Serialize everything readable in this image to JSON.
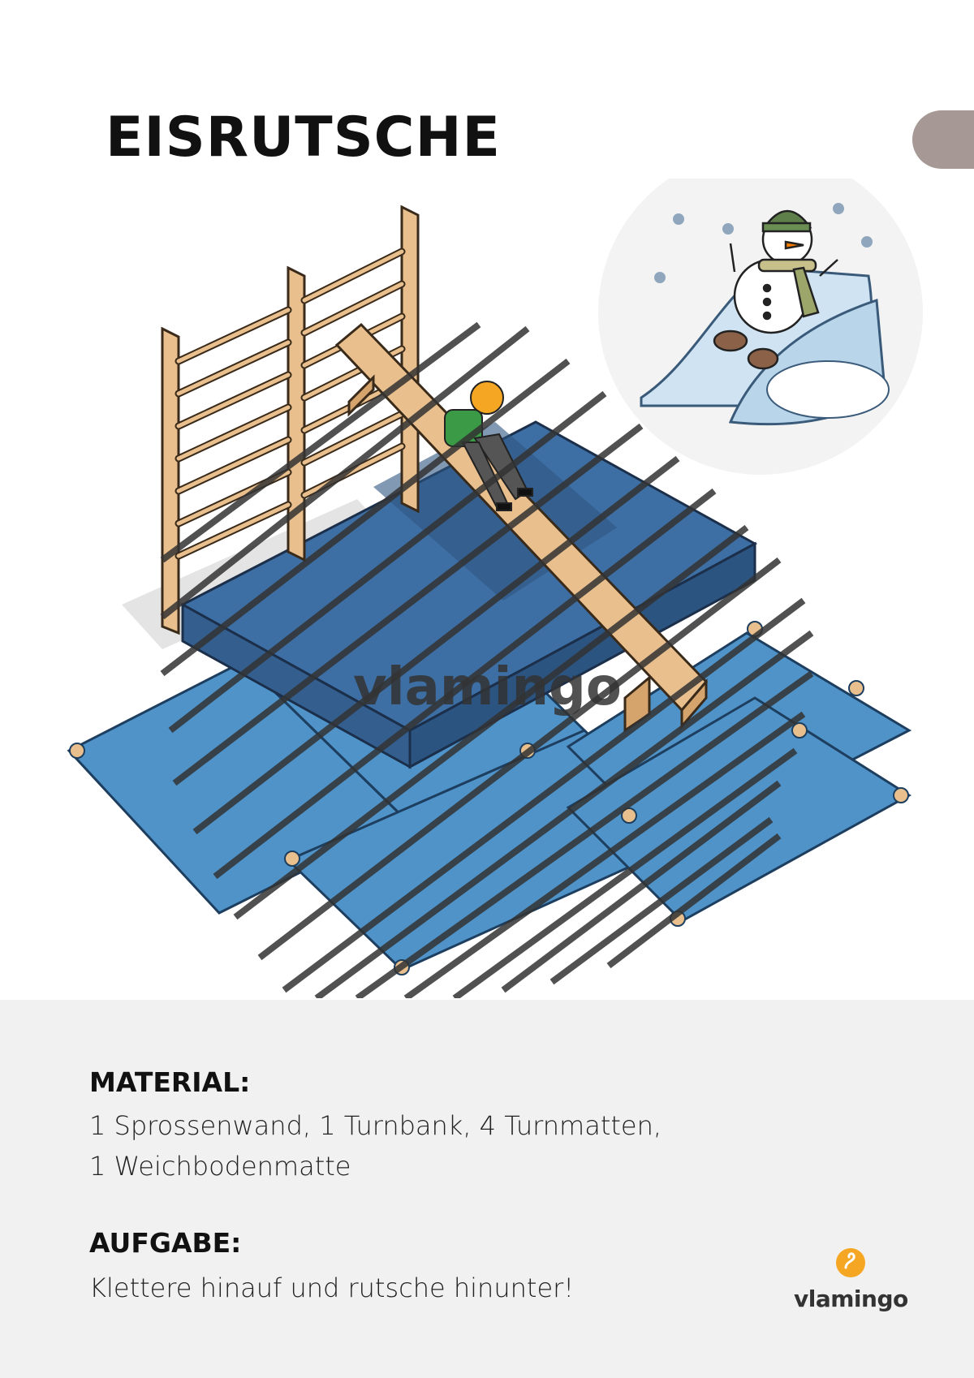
{
  "card": {
    "title": "EISRUTSCHE",
    "watermark": "vlamingo"
  },
  "info": {
    "material_label": "MATERIAL:",
    "material_text": "1 Sprossenwand, 1 Turnbank, 4 Turnmatten,\n1 Weichbodenmatte",
    "task_label": "AUFGABE:",
    "task_text": "Klettere hinauf und rutsche hinunter!"
  },
  "brand": {
    "name": "vlamingo"
  },
  "colors": {
    "accent_tab": "#a59895",
    "mat_blue": "#4f93c9",
    "soft_mat_blue": "#3e6fa4",
    "wood": "#e9c08d",
    "info_bg": "#f1f1f1",
    "logo_orange": "#f5a623"
  },
  "icons": [
    "snowman-icon",
    "snowflake-icon",
    "vlamingo-flamingo-icon"
  ]
}
